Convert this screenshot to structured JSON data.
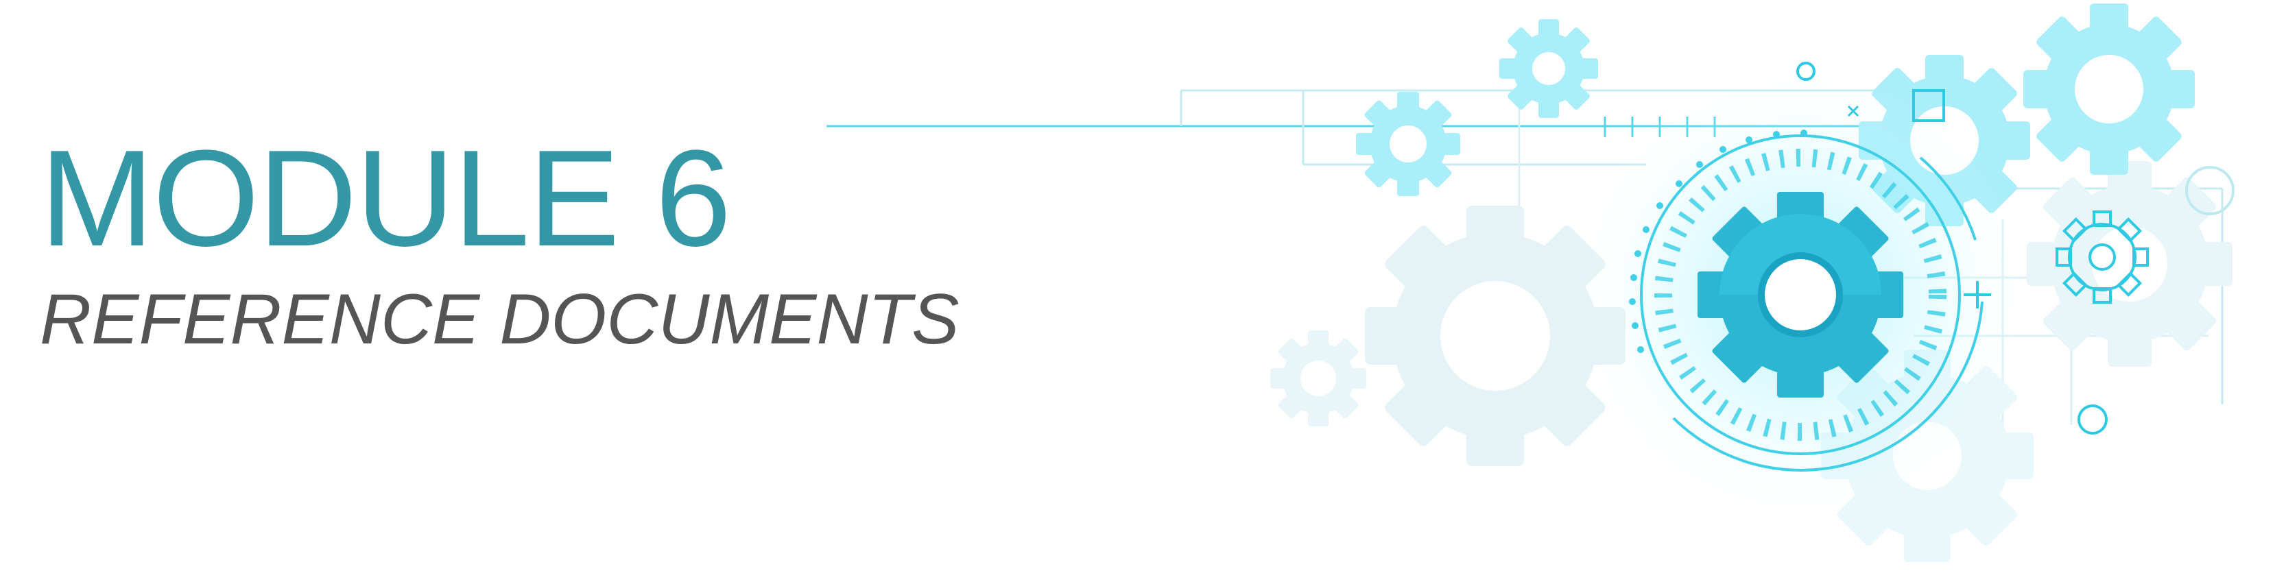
{
  "banner": {
    "title": "MODULE 6",
    "subtitle": "REFERENCE DOCUMENTS"
  },
  "colors": {
    "title": "#3497a5",
    "subtitle": "#555555",
    "gear_main": "#2bb6d2",
    "gear_light": "#aaeefa",
    "gear_pale": "#e6f3f6",
    "line": "#45d3ea"
  },
  "icons": {
    "decoration": "gears-tech-illustration"
  }
}
